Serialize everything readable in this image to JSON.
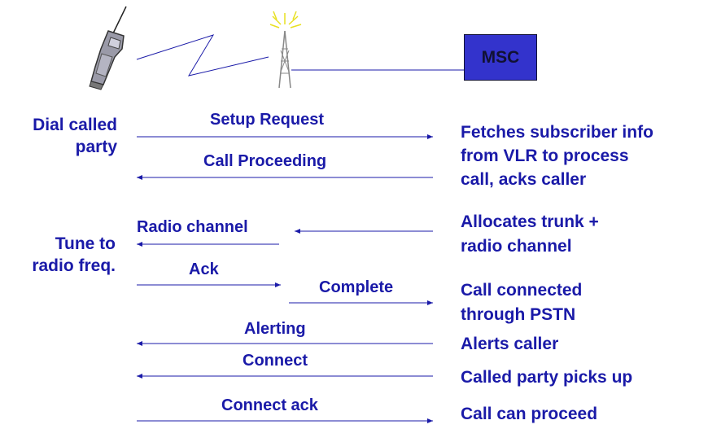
{
  "network": {
    "msc_label": "MSC"
  },
  "caller": {
    "action_dial": "Dial called\nparty",
    "action_tune": "Tune to\nradio freq."
  },
  "messages": [
    {
      "label": "Setup Request"
    },
    {
      "label": "Call Proceeding"
    },
    {
      "label": "Radio channel"
    },
    {
      "label": "Ack"
    },
    {
      "label": "Complete"
    },
    {
      "label": "Alerting"
    },
    {
      "label": "Connect"
    },
    {
      "label": "Connect ack"
    }
  ],
  "msc_actions": [
    {
      "text": "Fetches subscriber info\nfrom VLR to process\ncall, acks caller"
    },
    {
      "text": "Allocates trunk +\nradio channel"
    },
    {
      "text": "Call connected\nthrough PSTN"
    },
    {
      "text": "Alerts caller"
    },
    {
      "text": "Called party picks up"
    },
    {
      "text": "Call can proceed"
    }
  ],
  "colors": {
    "text": "#1a1aa8",
    "arrow": "#1a1aa8",
    "msc_box": "#3333cc",
    "tower": "#888888",
    "signal": "#e8e020"
  },
  "icons": [
    "mobile-phone-icon",
    "radio-tower-icon"
  ]
}
